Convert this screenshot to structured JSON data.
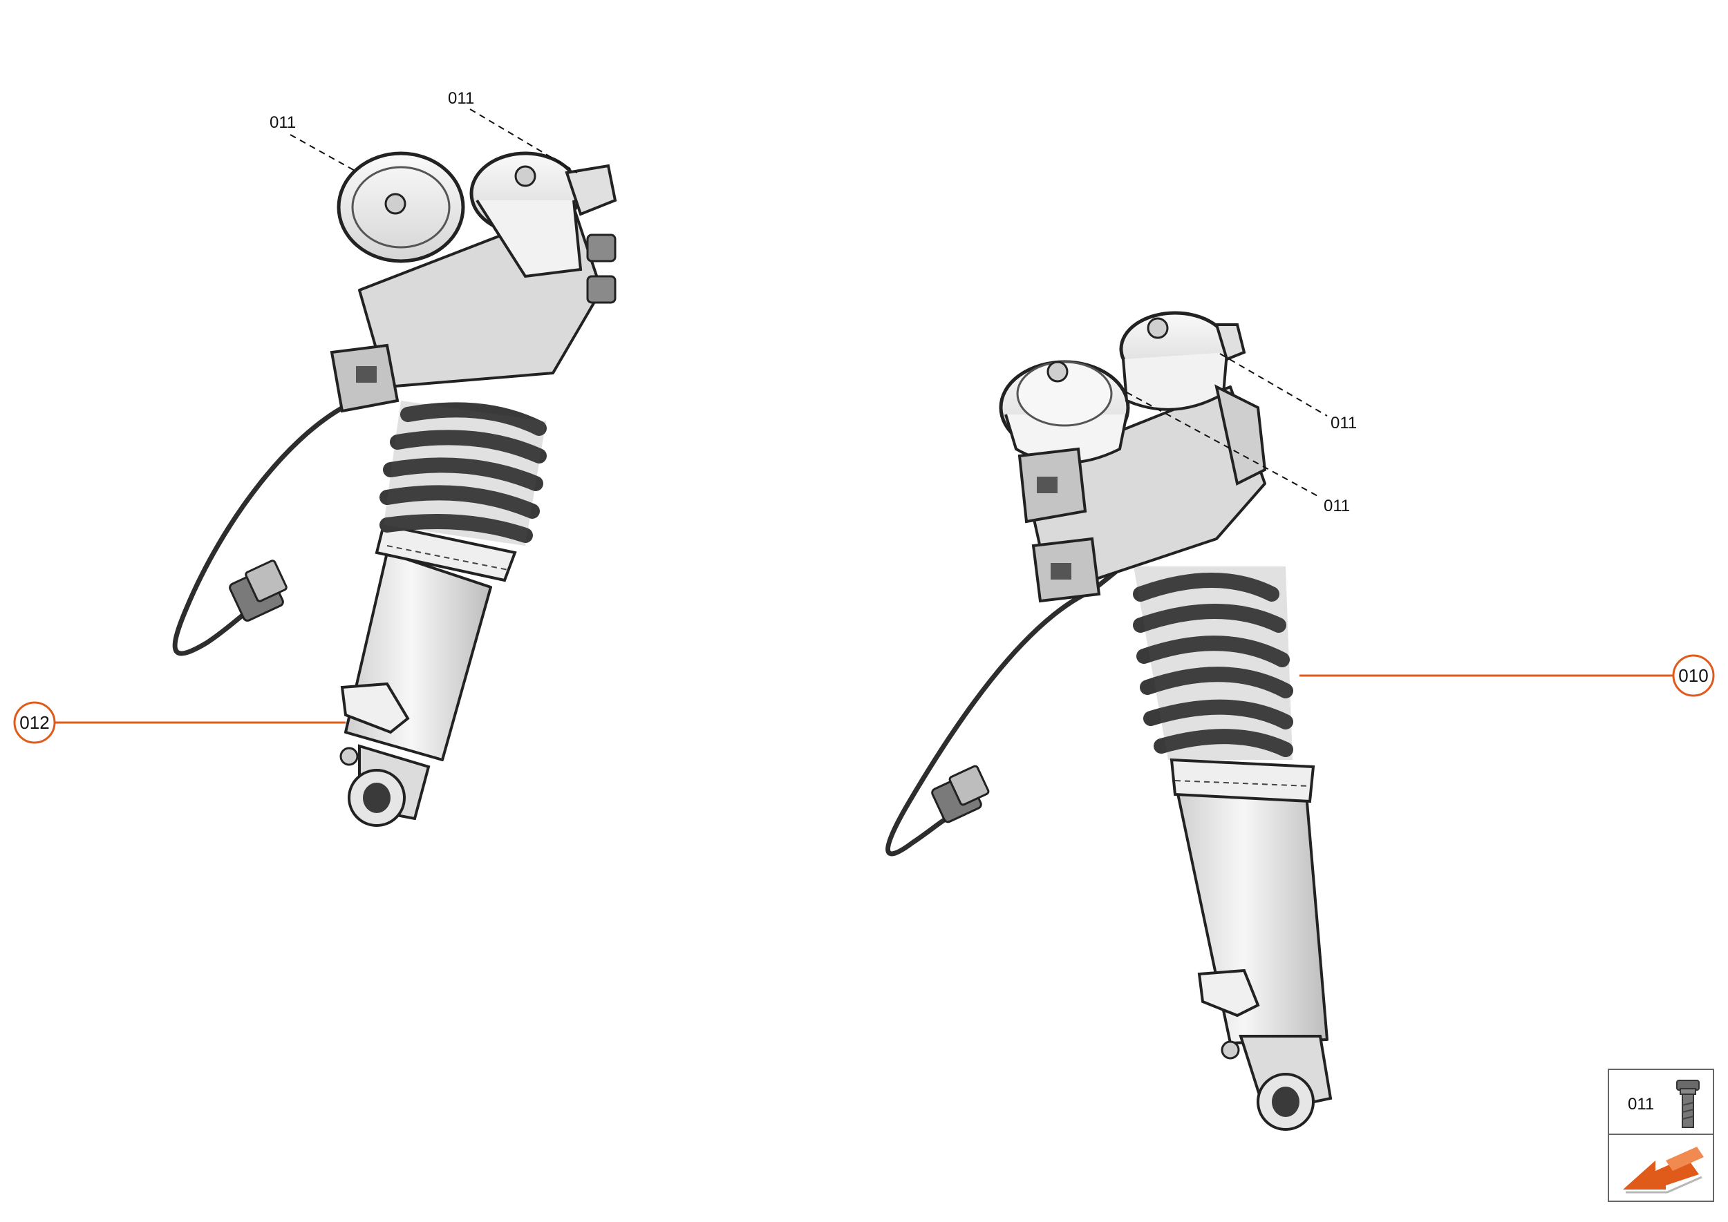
{
  "colors": {
    "accent": "#e05a1a",
    "line": "#111111",
    "body": "#e9e9e9",
    "spring": "#3f3f3f"
  },
  "labels": {
    "left_top_1": "011",
    "left_top_2": "011",
    "right_top_1": "011",
    "right_top_2": "011"
  },
  "callouts": {
    "left": "012",
    "right": "010"
  },
  "legend": {
    "item_label": "011",
    "icon": "bolt-icon",
    "arrow_icon": "orientation-arrow-icon"
  }
}
